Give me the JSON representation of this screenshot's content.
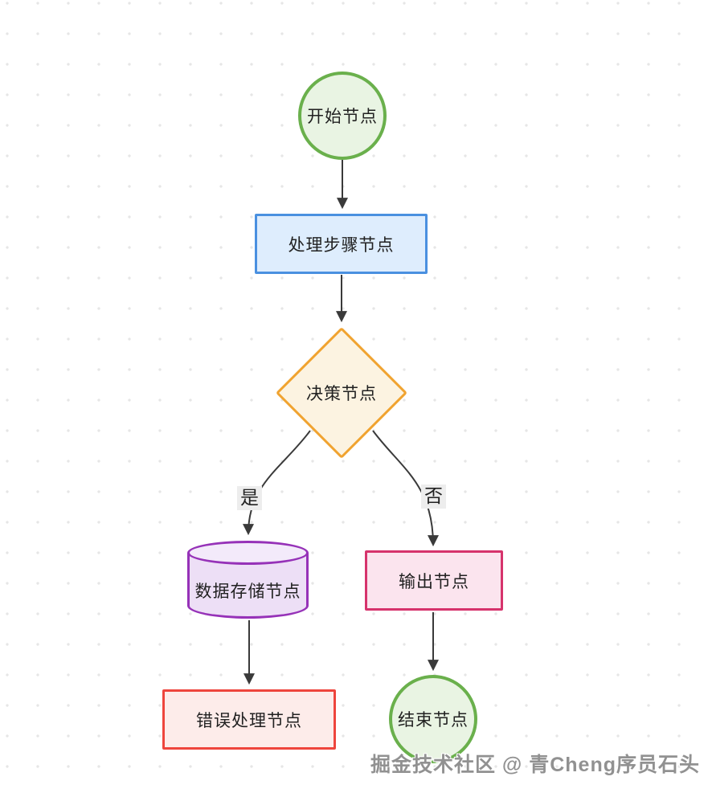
{
  "diagram": {
    "type": "flowchart",
    "background_dot_color": "#e6e6e6",
    "edge_color": "#3a3a3a",
    "nodes": {
      "start": {
        "label": "开始节点",
        "shape": "circle",
        "border_color": "#6ab04c",
        "fill_color": "#e9f4e3"
      },
      "process": {
        "label": "处理步骤节点",
        "shape": "rectangle",
        "border_color": "#4a90e0",
        "fill_color": "#deedfd"
      },
      "decision": {
        "label": "决策节点",
        "shape": "diamond",
        "border_color": "#f0a330",
        "fill_color": "#fcf3e1"
      },
      "storage": {
        "label": "数据存储节点",
        "shape": "cylinder",
        "border_color": "#9632b8",
        "fill_color": "#eddff6"
      },
      "output": {
        "label": "输出节点",
        "shape": "rectangle",
        "border_color": "#d6336c",
        "fill_color": "#fbe4ee"
      },
      "error": {
        "label": "错误处理节点",
        "shape": "rectangle",
        "border_color": "#ee453d",
        "fill_color": "#fdecea"
      },
      "end": {
        "label": "结束节点",
        "shape": "circle",
        "border_color": "#6ab04c",
        "fill_color": "#e9f4e3"
      }
    },
    "edges": [
      {
        "from": "start",
        "to": "process",
        "label": ""
      },
      {
        "from": "process",
        "to": "decision",
        "label": ""
      },
      {
        "from": "decision",
        "to": "storage",
        "label": "是"
      },
      {
        "from": "decision",
        "to": "output",
        "label": "否"
      },
      {
        "from": "storage",
        "to": "error",
        "label": ""
      },
      {
        "from": "output",
        "to": "end",
        "label": ""
      }
    ],
    "edge_labels": {
      "yes": "是",
      "no": "否"
    },
    "watermark": "掘金技术社区 @ 青Cheng序员石头"
  }
}
